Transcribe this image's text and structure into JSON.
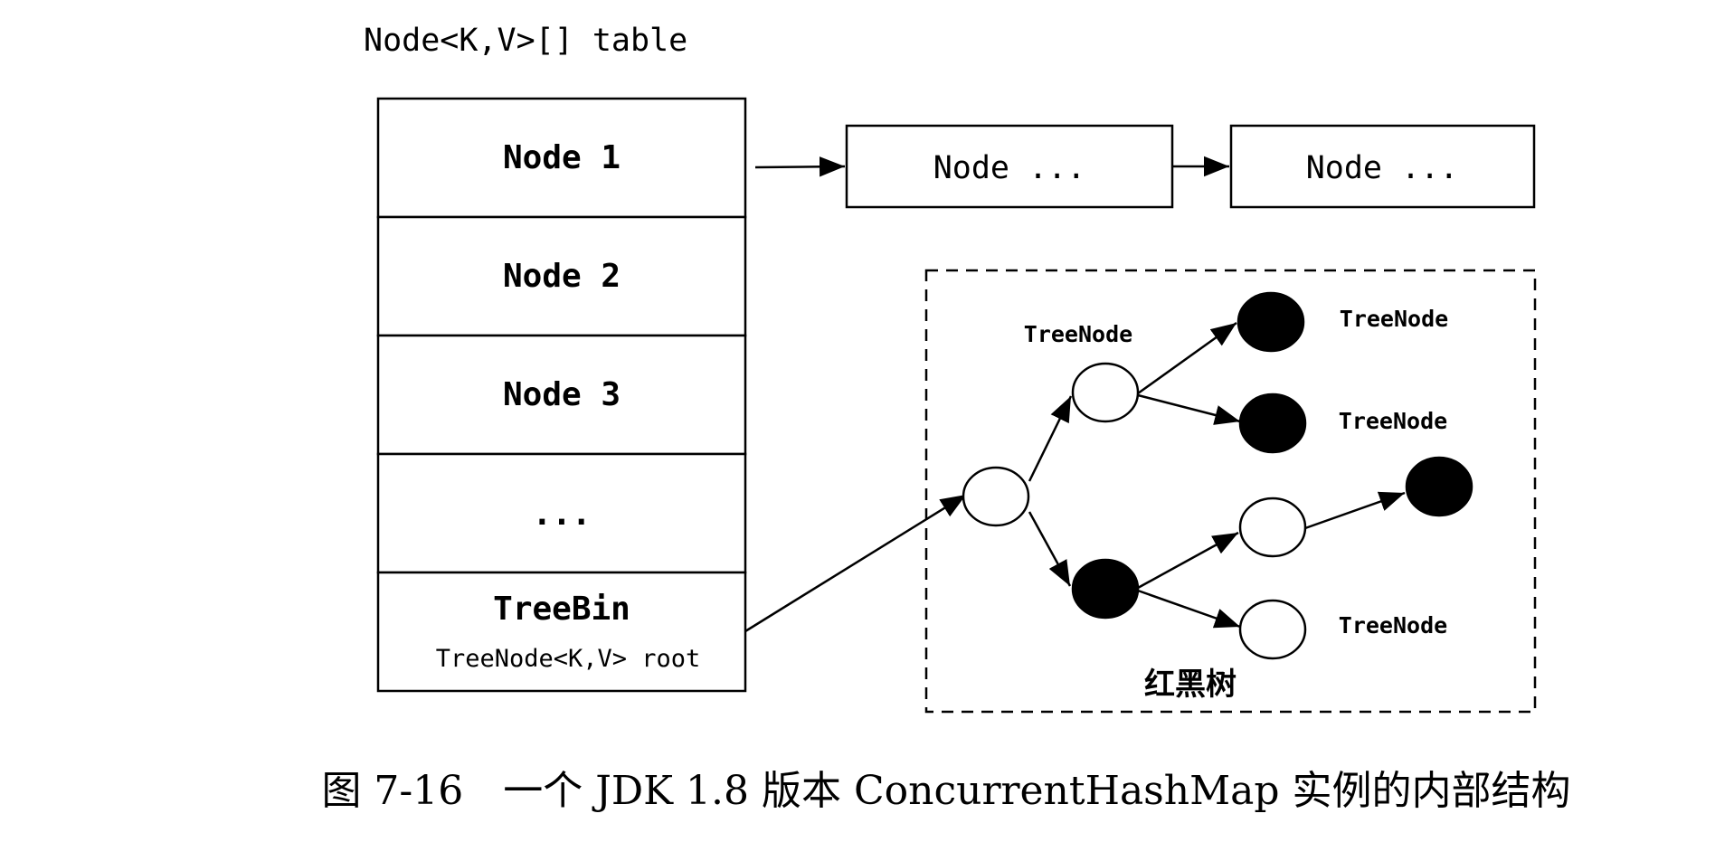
{
  "title": "Node<K,V>[] table",
  "table_cells": [
    "Node 1",
    "Node 2",
    "Node 3",
    "...",
    "TreeBin"
  ],
  "treebin_sub": "TreeNode<K,V> root",
  "chain_nodes": [
    "Node ...",
    "Node ..."
  ],
  "tree_labels": [
    "TreeNode",
    "TreeNode",
    "TreeNode",
    "TreeNode"
  ],
  "tree_box_label": "红黑树",
  "caption": "图 7-16　一个 JDK 1.8 版本 ConcurrentHashMap 实例的内部结构",
  "colors": {
    "stroke": "#000000",
    "red_node": "#ffffff",
    "black_node": "#000000"
  }
}
